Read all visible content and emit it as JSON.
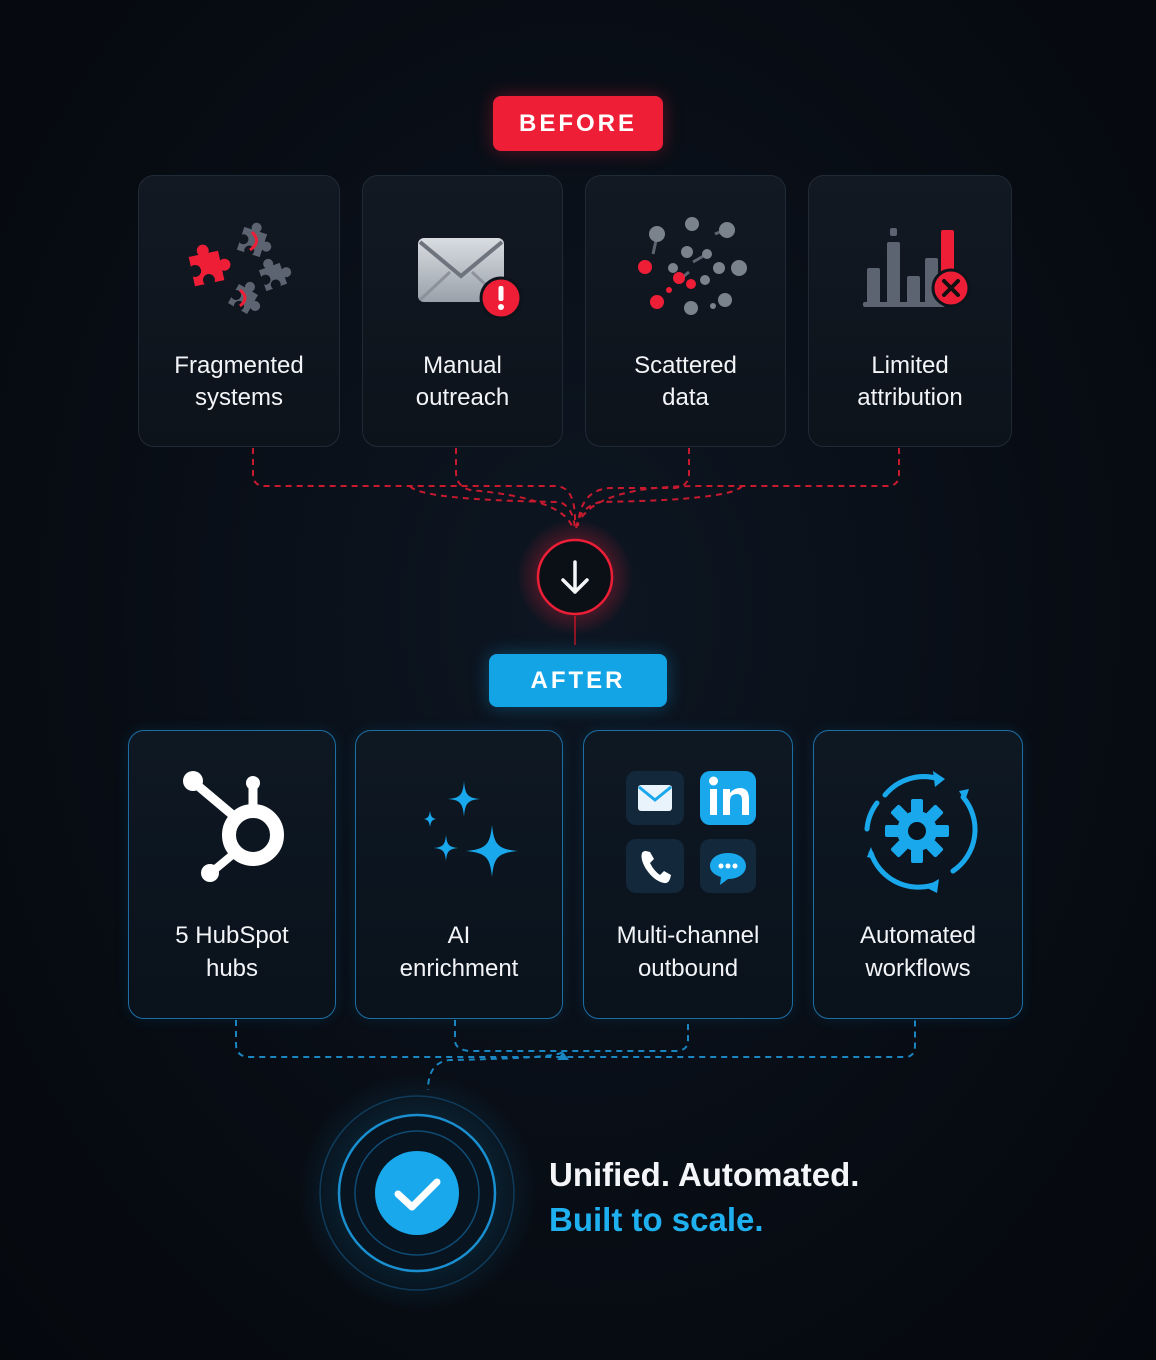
{
  "before": {
    "label": "BEFORE",
    "cards": [
      {
        "line1": "Fragmented",
        "line2": "systems",
        "icon": "puzzle-pieces-icon"
      },
      {
        "line1": "Manual",
        "line2": "outreach",
        "icon": "envelope-alert-icon"
      },
      {
        "line1": "Scattered",
        "line2": "data",
        "icon": "scattered-dots-icon"
      },
      {
        "line1": "Limited",
        "line2": "attribution",
        "icon": "bar-chart-error-icon"
      }
    ]
  },
  "after": {
    "label": "AFTER",
    "cards": [
      {
        "line1": "5 HubSpot",
        "line2": "hubs",
        "icon": "hubspot-logo-icon"
      },
      {
        "line1": "AI",
        "line2": "enrichment",
        "icon": "sparkles-icon"
      },
      {
        "line1": "Multi-channel",
        "line2": "outbound",
        "icon": "channels-grid-icon"
      },
      {
        "line1": "Automated",
        "line2": "workflows",
        "icon": "gear-cycle-icon"
      }
    ]
  },
  "result": {
    "line1": "Unified. Automated.",
    "line2": "Built to scale.",
    "icon": "checkmark-icon"
  },
  "colors": {
    "before_accent": "#ee1e37",
    "after_accent": "#13a4e6",
    "background": "#070b12"
  }
}
